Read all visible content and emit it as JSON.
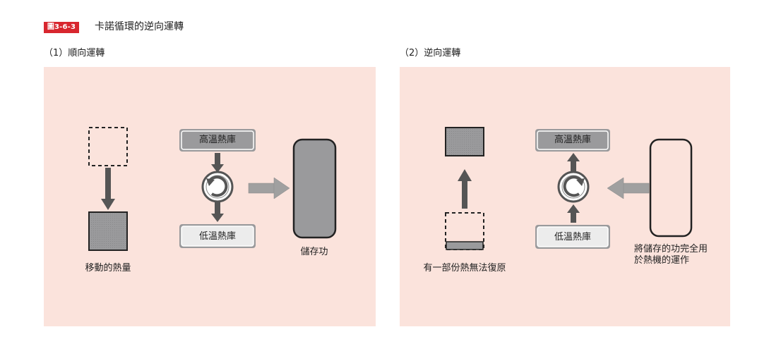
{
  "figure": {
    "tag": "圖3-6-3",
    "title": "卡諾循環的逆向運轉"
  },
  "forward": {
    "title": "（1）順向運轉",
    "hot_reservoir": "高溫熱庫",
    "cold_reservoir": "低溫熱庫",
    "heat_label": "移動的熱量",
    "work_label": "儲存功"
  },
  "reverse": {
    "title": "（2）逆向運轉",
    "hot_reservoir": "高溫熱庫",
    "cold_reservoir": "低溫熱庫",
    "heat_label": "有一部份熱無法復原",
    "work_label_line1": "將儲存的功完全用",
    "work_label_line2": "於熱機的運作"
  },
  "colors": {
    "tag_red": "#d8262e",
    "panel_bg": "#fbe3dc",
    "gray_fill": "#9a9a9c",
    "light_fill": "#e9e9ea",
    "arrow_dark": "#555555",
    "arrow_light": "#a0a0a0"
  }
}
